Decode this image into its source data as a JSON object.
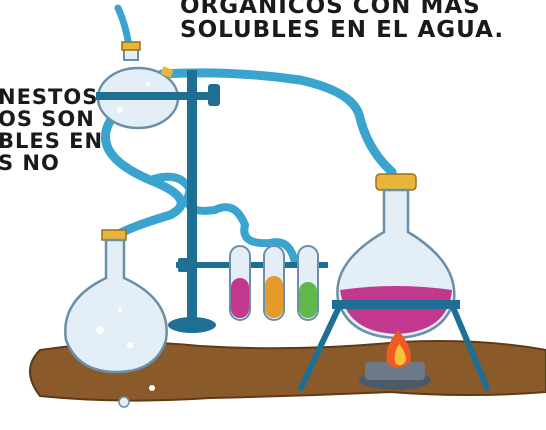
{
  "captions": {
    "top": [
      "ORGÁNICOS CON MÁS",
      "SOLUBLES EN EL AGUA."
    ],
    "left": [
      "NESTOS",
      "OS SON",
      "BLES EN",
      "S NO"
    ]
  },
  "colors": {
    "glass": "#e3eef7",
    "tube": "#3aa4cf",
    "stand": "#1f6f95",
    "ground": "#8b5a2b",
    "pink_liquid": "#c2388f",
    "orange_liquid": "#e59a2c",
    "green_liquid": "#5fb84a",
    "cork": "#e9b43a",
    "flame": "#f05a22"
  },
  "icons": [
    "flask-icon",
    "test-tube-icon",
    "burner-icon",
    "flame-icon",
    "stand-icon"
  ]
}
